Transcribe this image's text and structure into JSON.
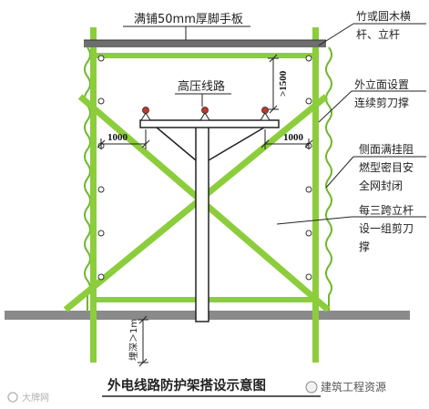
{
  "labels": {
    "top_board": "满铺50mm厚脚手板",
    "power_line": "高压线路",
    "dim_left_1000": "1000",
    "dim_right_1000": "1000",
    "dim_vertical_1500": ">1500",
    "bury_depth": "埋深＞1m",
    "title": "外电线路防护架搭设示意图",
    "watermark_left": "大牌网",
    "watermark_right": "建筑工程资源"
  },
  "callouts": [
    {
      "text": "竹或圆木横杆、立杆"
    },
    {
      "text": "外立面设置连续剪刀撑"
    },
    {
      "text": "侧面满挂阻燃型密目安全网封闭"
    },
    {
      "text": "每三跨立杆设一组剪刀撑"
    }
  ],
  "colors": {
    "pole_green": "#8ccd3c",
    "net_green": "#6fb82a",
    "ground": "#8a8a8a",
    "board": "#6e6e6e",
    "line": "#222222",
    "insulator": "#c0392b"
  }
}
